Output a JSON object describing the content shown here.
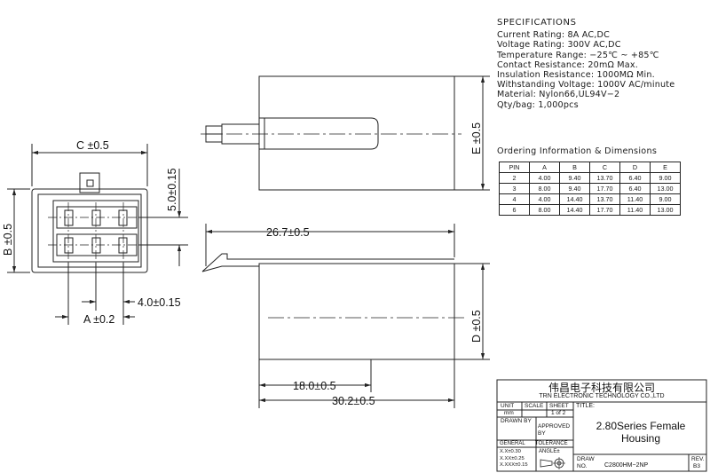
{
  "specifications": {
    "heading": "SPECIFICATIONS",
    "lines": [
      "Current Rating: 8A AC,DC",
      "Voltage Rating: 300V AC,DC",
      "Temperature Range: −25℃ ~ +85℃",
      "Contact Resistance: 20mΩ Max.",
      "Insulation Resistance: 1000MΩ Min.",
      "Withstanding Voltage: 1000V AC/minute",
      "Material: Nylon66,UL94V−2",
      "Qty/bag: 1,000pcs"
    ]
  },
  "ordering": {
    "title": "Ordering Information & Dimensions",
    "headers": [
      "PIN",
      "A",
      "B",
      "C",
      "D",
      "E"
    ],
    "rows": [
      [
        "2",
        "4.00",
        "9.40",
        "13.70",
        "6.40",
        "9.00"
      ],
      [
        "3",
        "8.00",
        "9.40",
        "17.70",
        "6.40",
        "13.00"
      ],
      [
        "4",
        "4.00",
        "14.40",
        "13.70",
        "11.40",
        "9.00"
      ],
      [
        "6",
        "8.00",
        "14.40",
        "17.70",
        "11.40",
        "13.00"
      ]
    ]
  },
  "dimensions": {
    "c": "C ±0.5",
    "b": "B ±0.5",
    "pitch_v": "5.0±0.15",
    "pitch_h": "4.0±0.15",
    "a": "A ±0.2",
    "e": "E ±0.5",
    "d": "D ±0.5",
    "len_26_7": "26.7±0.5",
    "len_18_0": "18.0±0.5",
    "len_30_2": "30.2±0.5"
  },
  "title_block": {
    "company_cn": "伟昌电子科技有限公司",
    "company_en": "TRN ELECTRONIC TECHNOLOGY CO.,LTD",
    "unit_label": "UNIT",
    "unit_value": "mm",
    "scale_label": "SCALE",
    "sheet_label": "SHEET",
    "sheet_value": "1 of 2",
    "title_label": "TITLE:",
    "drawn_by": "DRAWN BY",
    "approved_by": "APPROVED BY",
    "general": "GENERAL",
    "tolerance": "TOLERANCE",
    "tol_x": "X.X±0.30",
    "tol_xx": "X.XX±0.25",
    "tol_xxx": "X.XXX±0.15",
    "angle": "ANGLE±",
    "title_line1": "2.80Series Female",
    "title_line2": "Housing",
    "draw_label": "DRAW",
    "no_label": "NO.",
    "drawing_no": "C2800HM−2NP",
    "rev_label": "REV.",
    "rev_value": "B3"
  }
}
